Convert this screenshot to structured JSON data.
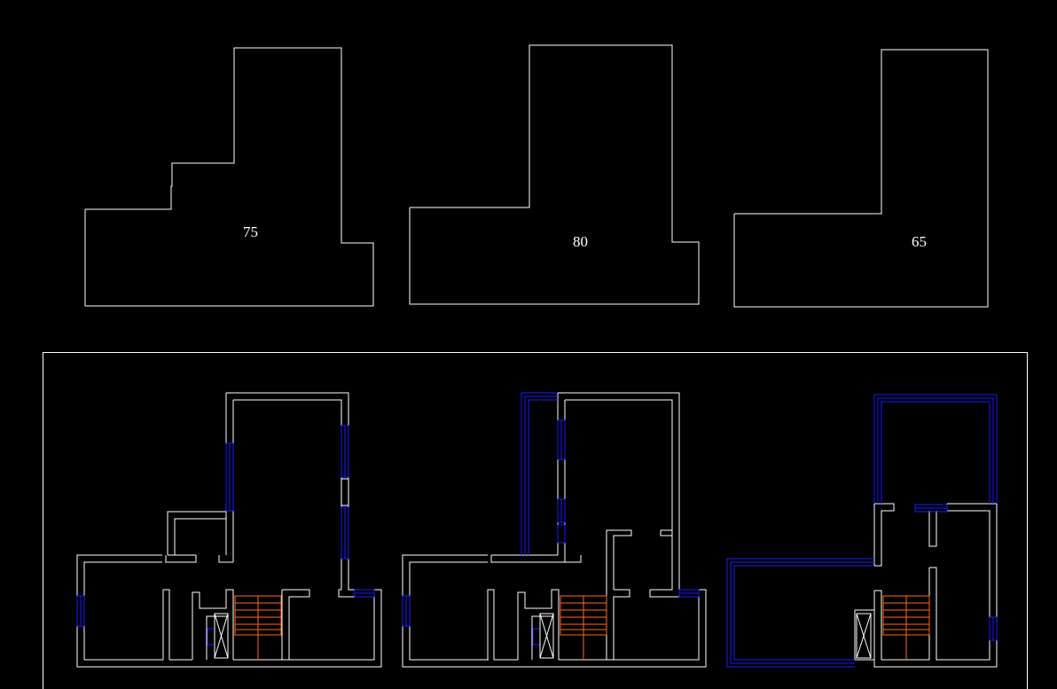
{
  "plans": [
    {
      "area_label": "75"
    },
    {
      "area_label": "80"
    },
    {
      "area_label": "65"
    }
  ],
  "colors": {
    "background": "#000000",
    "outline": "#ffffff",
    "window": "#1a1aff",
    "stair": "#ff6a1a"
  }
}
